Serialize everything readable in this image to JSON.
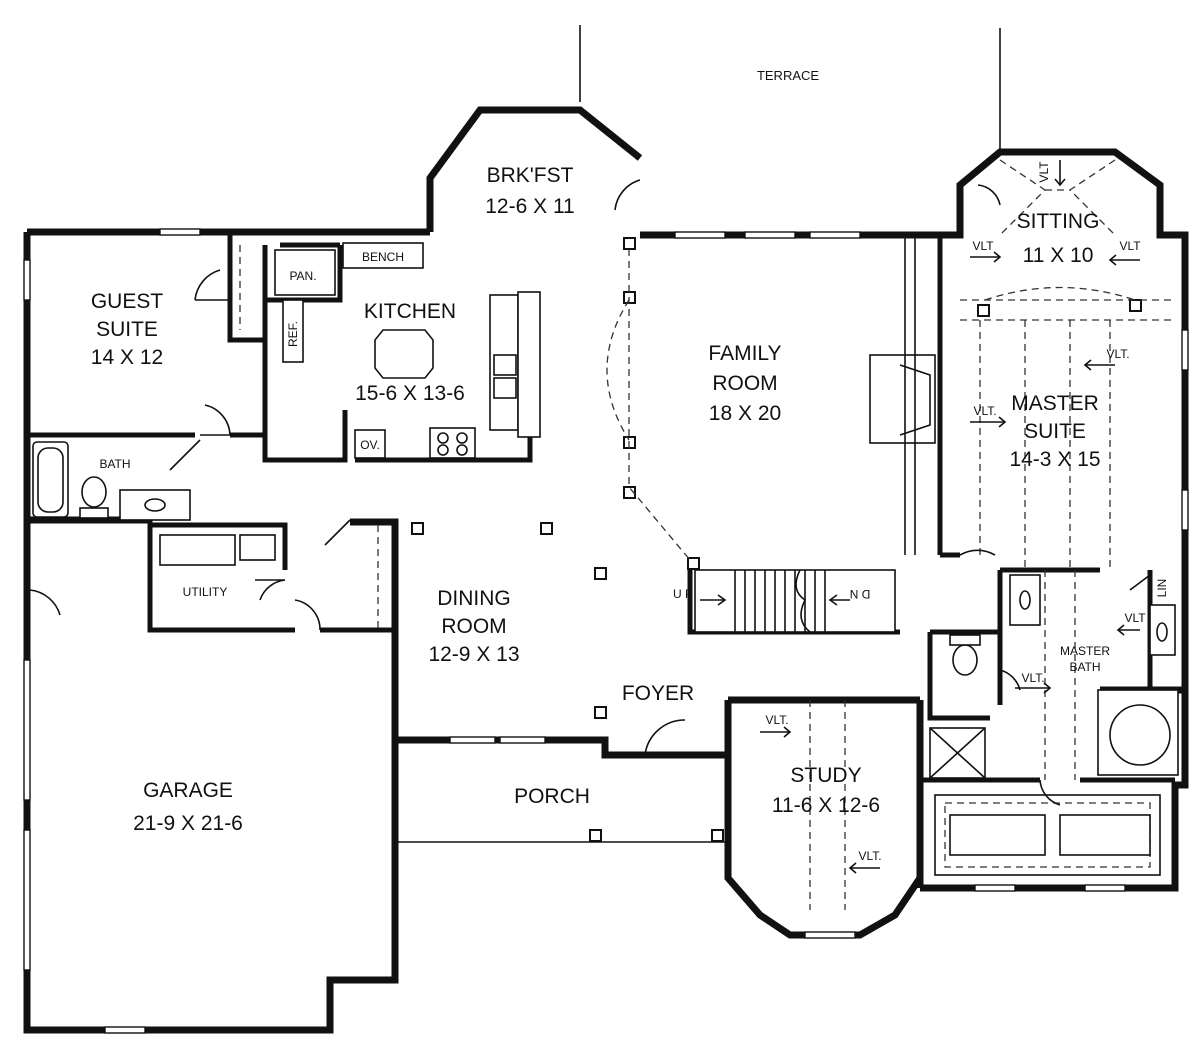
{
  "rooms": {
    "terrace": "TERRACE",
    "brkfst": {
      "name": "BRK'FST",
      "size": "12-6 X 11"
    },
    "sitting": {
      "name": "SITTING",
      "size": "11 X 10"
    },
    "guest_suite": {
      "name1": "GUEST",
      "name2": "SUITE",
      "size": "14 X 12"
    },
    "kitchen": {
      "name": "KITCHEN",
      "size": "15-6 X 13-6"
    },
    "family_room": {
      "name1": "FAMILY",
      "name2": "ROOM",
      "size": "18 X 20"
    },
    "master_suite": {
      "name1": "MASTER",
      "name2": "SUITE",
      "size": "14-3 X 15"
    },
    "dining_room": {
      "name1": "DINING",
      "name2": "ROOM",
      "size": "12-9 X 13"
    },
    "foyer": "FOYER",
    "garage": {
      "name": "GARAGE",
      "size": "21-9 X 21-6"
    },
    "porch": "PORCH",
    "study": {
      "name": "STUDY",
      "size": "11-6 X 12-6"
    },
    "master_bath": {
      "name1": "MASTER",
      "name2": "BATH"
    },
    "bath": "BATH",
    "utility": "UTILITY"
  },
  "fixtures": {
    "bench": "BENCH",
    "pantry": "PAN.",
    "refrigerator": "REF.",
    "oven": "OV.",
    "linen": "LIN",
    "stairs_up": "U P",
    "stairs_down": "D N"
  },
  "notes": {
    "vlt": "VLT",
    "vlt_dot": "VLT."
  }
}
